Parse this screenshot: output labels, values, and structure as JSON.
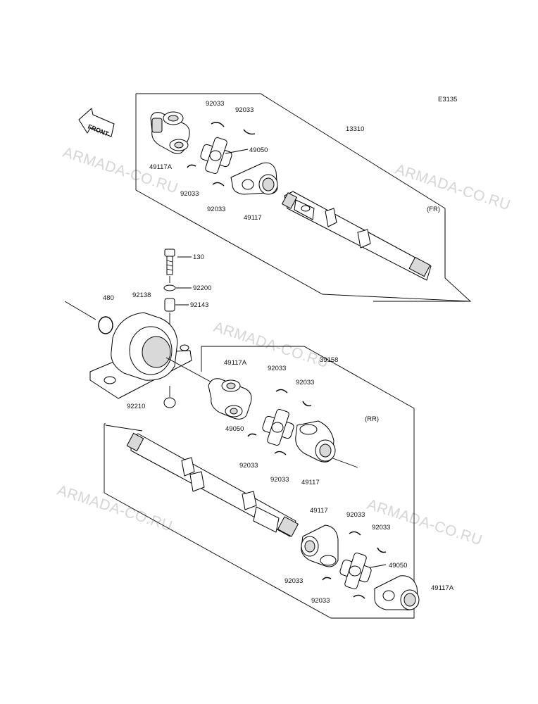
{
  "diagram": {
    "code": "E3135",
    "front_label": "FRONT",
    "section_front": "(FR)",
    "section_rear": "(RR)",
    "watermark": "ARMADA-CO.RU",
    "labels": {
      "p13310": "13310",
      "p49117A_1": "49117A",
      "p92033_1": "92033",
      "p92033_2": "92033",
      "p49050_1": "49050",
      "p92033_3": "92033",
      "p92033_4": "92033",
      "p49117_1": "49117",
      "p130": "130",
      "p92200": "92200",
      "p92143": "92143",
      "p480": "480",
      "p92138": "92138",
      "p92210": "92210",
      "p39158": "39158",
      "p49117A_2": "49117A",
      "p92033_5": "92033",
      "p92033_6": "92033",
      "p49050_2": "49050",
      "p92033_7": "92033",
      "p92033_8": "92033",
      "p49117_2": "49117",
      "p49117_3": "49117",
      "p92033_9": "92033",
      "p92033_10": "92033",
      "p49050_3": "49050",
      "p92033_11": "92033",
      "p92033_12": "92033",
      "p49117A_3": "49117A"
    }
  }
}
